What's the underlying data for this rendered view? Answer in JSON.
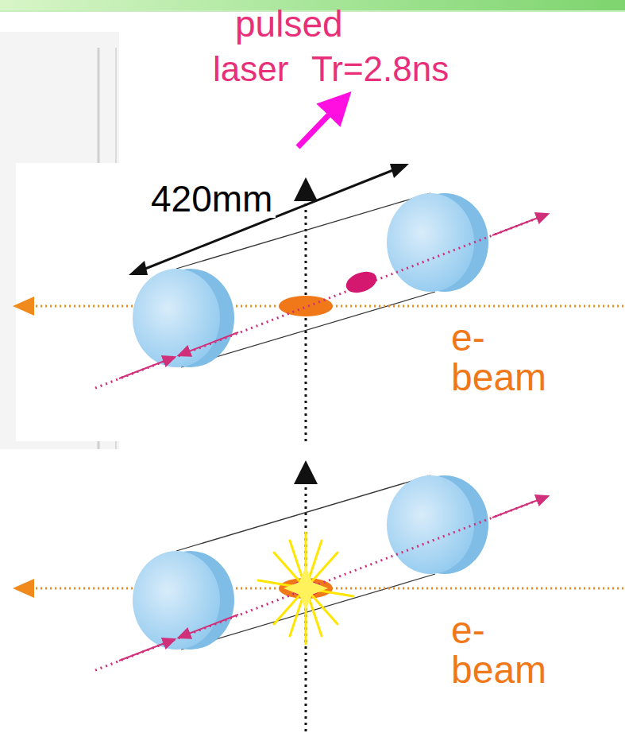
{
  "diagram": {
    "labels": [
      "pulsed",
      "laser",
      "Tr=2.8ns",
      "420mm",
      "e- beam",
      "e- beam"
    ]
  }
}
